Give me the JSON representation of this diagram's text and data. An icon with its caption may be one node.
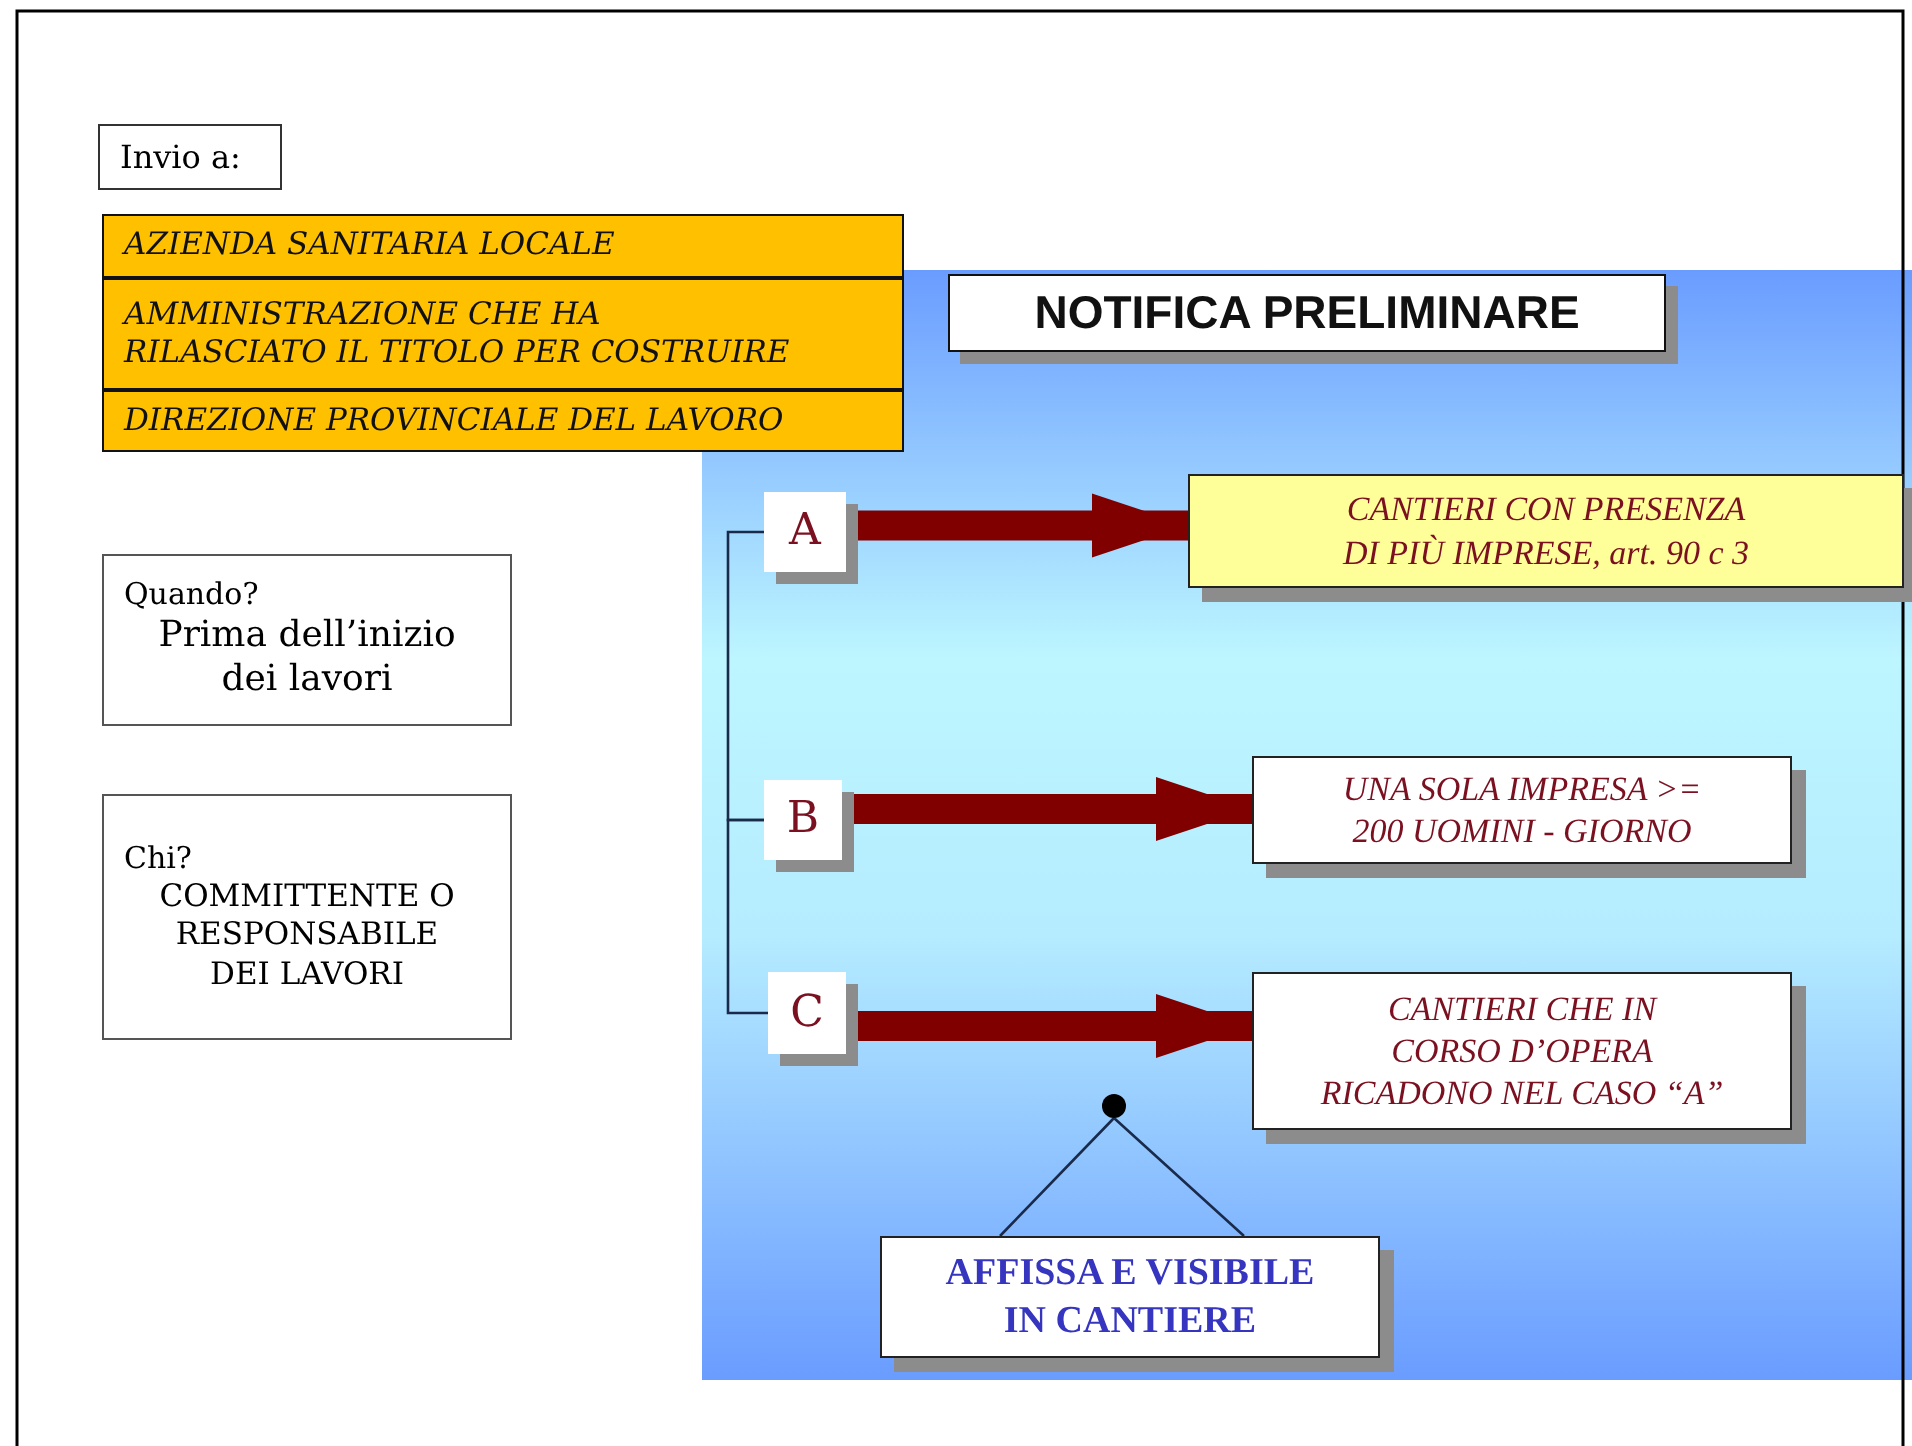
{
  "diagram": {
    "nodes": [
      {
        "text": [
          "Invio a:"
        ]
      },
      {
        "text": [
          "AZIENDA SANITARIA LOCALE"
        ]
      },
      {
        "text": [
          "AMMINISTRAZIONE CHE HA RILASCIATO IL TITOLO PER COSTRUIRE"
        ]
      },
      {
        "text": [
          "DIREZIONE PROVINCIALE DEL LAVORO"
        ]
      },
      {
        "text": [
          "Quando?",
          "Prima dell’inizio dei lavori"
        ]
      },
      {
        "text": [
          "Chi?",
          "COMMITTENTE O RESPONSABILE DEI LAVORI"
        ]
      },
      {
        "text": [
          "NOTIFICA PRELIMINARE"
        ]
      },
      {
        "text": [
          "A"
        ]
      },
      {
        "text": [
          "B"
        ]
      },
      {
        "text": [
          "C"
        ]
      },
      {
        "text": [
          "CANTIERI CON PRESENZA DI PIÙ IMPRESE,  art. 90 c 3"
        ]
      },
      {
        "text": [
          "UNA SOLA IMPRESA >= 200 UOMINI - GIORNO"
        ]
      },
      {
        "text": [
          "CANTIERI CHE IN CORSO D’OPERA RICADONO NEL CASO “A”"
        ]
      },
      {
        "text": [],
        "shape": "circle"
      },
      {
        "text": [
          "AFFISSA E VISIBILE IN CANTIERE"
        ]
      }
    ],
    "edges": [
      {
        "from": 7,
        "to": 8,
        "arrow": "none"
      },
      {
        "from": 8,
        "to": 9,
        "arrow": "none"
      },
      {
        "from": 7,
        "to": 10,
        "arrow": "to",
        "style": "thick",
        "color": "#800000"
      },
      {
        "from": 8,
        "to": 11,
        "arrow": "to",
        "style": "thick",
        "color": "#800000"
      },
      {
        "from": 9,
        "to": 12,
        "arrow": "to",
        "style": "thick",
        "color": "#800000"
      },
      {
        "from": 13,
        "to": 14,
        "arrow": "none"
      }
    ]
  }
}
